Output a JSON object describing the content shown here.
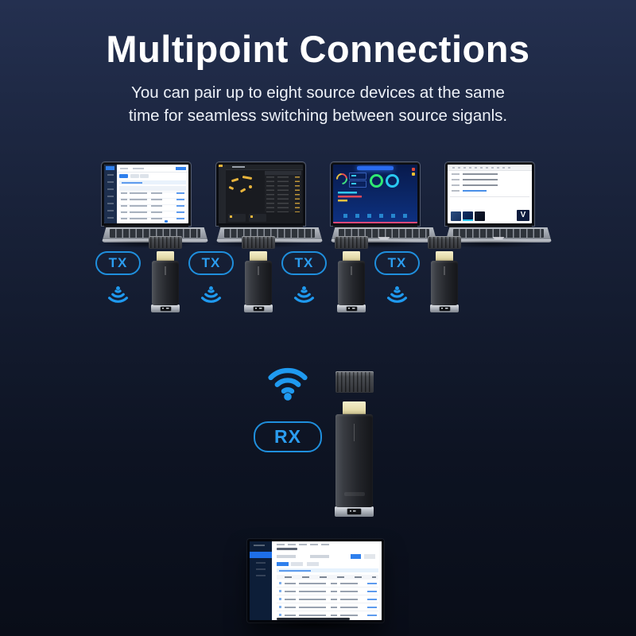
{
  "theme": {
    "accent_blue": "#1f9af0",
    "title_color": "#ffffff",
    "background_top": "#243050",
    "background_bottom": "#090d18"
  },
  "header": {
    "title": "Multipoint Connections",
    "subtitle": [
      "You can pair up to eight source devices at the same",
      "time for seamless switching between source siganls."
    ]
  },
  "source_devices": [
    {
      "device": "laptop",
      "screen": "light-admin-table-app",
      "tx_label": "TX"
    },
    {
      "device": "laptop",
      "screen": "dark-monitoring-dashboard",
      "tx_label": "TX"
    },
    {
      "device": "laptop",
      "screen": "blue-analytics-dashboard",
      "tx_label": "TX"
    },
    {
      "device": "laptop",
      "screen": "product-webpage",
      "logo_text": "V",
      "tx_label": "TX"
    }
  ],
  "receiver": {
    "label": "RX",
    "device": "hdmi-receiver-dongle"
  },
  "display_device": {
    "device": "monitor",
    "screen": "light-admin-table-app"
  }
}
